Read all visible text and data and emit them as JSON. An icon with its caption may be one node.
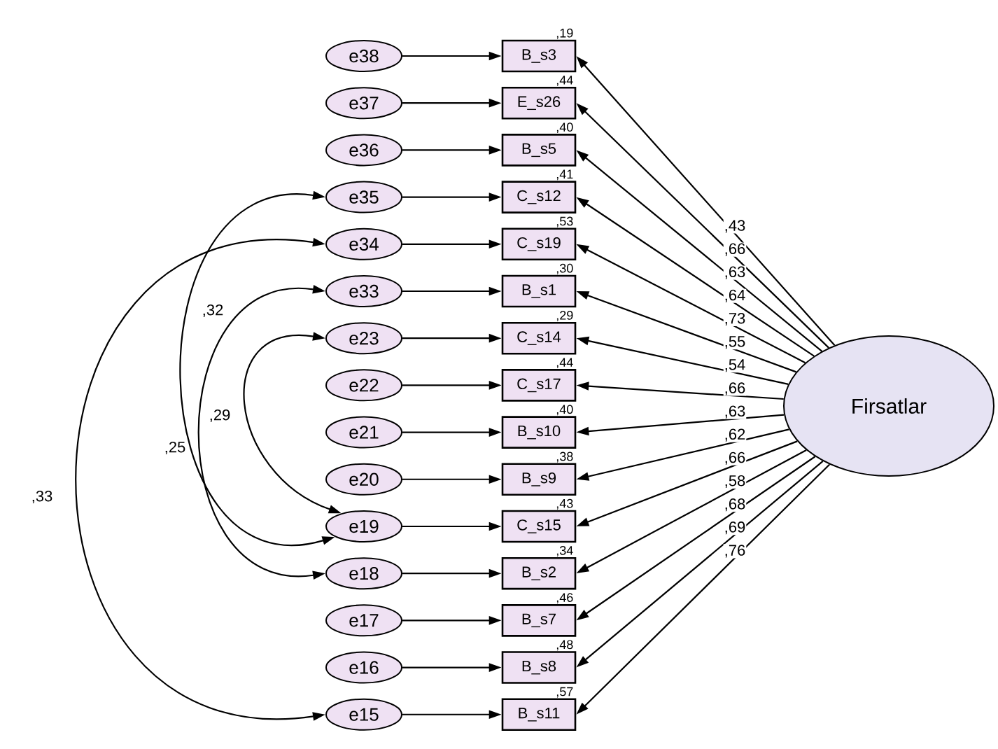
{
  "diagram": {
    "nodes": [
      {
        "text": [
          "Firsatlar"
        ]
      },
      {
        "text": [
          "B_s3"
        ],
        "beside": [
          ",19"
        ]
      },
      {
        "text": [
          "E_s26"
        ],
        "beside": [
          ",44"
        ]
      },
      {
        "text": [
          "B_s5"
        ],
        "beside": [
          ",40"
        ]
      },
      {
        "text": [
          "C_s12"
        ],
        "beside": [
          ",41"
        ]
      },
      {
        "text": [
          "C_s19"
        ],
        "beside": [
          ",53"
        ]
      },
      {
        "text": [
          "B_s1"
        ],
        "beside": [
          ",30"
        ]
      },
      {
        "text": [
          "C_s14"
        ],
        "beside": [
          ",29"
        ]
      },
      {
        "text": [
          "C_s17"
        ],
        "beside": [
          ",44"
        ]
      },
      {
        "text": [
          "B_s10"
        ],
        "beside": [
          ",40"
        ]
      },
      {
        "text": [
          "B_s9"
        ],
        "beside": [
          ",38"
        ]
      },
      {
        "text": [
          "C_s15"
        ],
        "beside": [
          ",43"
        ]
      },
      {
        "text": [
          "B_s2"
        ],
        "beside": [
          ",34"
        ]
      },
      {
        "text": [
          "B_s7"
        ],
        "beside": [
          ",46"
        ]
      },
      {
        "text": [
          "B_s8"
        ],
        "beside": [
          ",48"
        ]
      },
      {
        "text": [
          "B_s11"
        ],
        "beside": [
          ",57"
        ]
      },
      {
        "text": [
          "e38"
        ]
      },
      {
        "text": [
          "e37"
        ]
      },
      {
        "text": [
          "e36"
        ]
      },
      {
        "text": [
          "e35"
        ]
      },
      {
        "text": [
          "e34"
        ]
      },
      {
        "text": [
          "e33"
        ]
      },
      {
        "text": [
          "e23"
        ]
      },
      {
        "text": [
          "e22"
        ]
      },
      {
        "text": [
          "e21"
        ]
      },
      {
        "text": [
          "e20"
        ]
      },
      {
        "text": [
          "e19"
        ]
      },
      {
        "text": [
          "e18"
        ]
      },
      {
        "text": [
          "e17"
        ]
      },
      {
        "text": [
          "e16"
        ]
      },
      {
        "text": [
          "e15"
        ]
      }
    ],
    "edges": [
      {
        "from": 16,
        "to": 1,
        "arrow": "to"
      },
      {
        "from": 17,
        "to": 2,
        "arrow": "to"
      },
      {
        "from": 18,
        "to": 3,
        "arrow": "to"
      },
      {
        "from": 19,
        "to": 4,
        "arrow": "to"
      },
      {
        "from": 20,
        "to": 5,
        "arrow": "to"
      },
      {
        "from": 21,
        "to": 6,
        "arrow": "to"
      },
      {
        "from": 22,
        "to": 7,
        "arrow": "to"
      },
      {
        "from": 23,
        "to": 8,
        "arrow": "to"
      },
      {
        "from": 24,
        "to": 9,
        "arrow": "to"
      },
      {
        "from": 25,
        "to": 10,
        "arrow": "to"
      },
      {
        "from": 26,
        "to": 11,
        "arrow": "to"
      },
      {
        "from": 27,
        "to": 12,
        "arrow": "to"
      },
      {
        "from": 28,
        "to": 13,
        "arrow": "to"
      },
      {
        "from": 29,
        "to": 14,
        "arrow": "to"
      },
      {
        "from": 30,
        "to": 15,
        "arrow": "to"
      },
      {
        "from": 0,
        "to": 1,
        "arrow": "to",
        "label": ",43"
      },
      {
        "from": 0,
        "to": 2,
        "arrow": "to",
        "label": ",66"
      },
      {
        "from": 0,
        "to": 3,
        "arrow": "to",
        "label": ",63"
      },
      {
        "from": 0,
        "to": 4,
        "arrow": "to",
        "label": ",64"
      },
      {
        "from": 0,
        "to": 5,
        "arrow": "to",
        "label": ",73"
      },
      {
        "from": 0,
        "to": 6,
        "arrow": "to",
        "label": ",55"
      },
      {
        "from": 0,
        "to": 7,
        "arrow": "to",
        "label": ",54"
      },
      {
        "from": 0,
        "to": 8,
        "arrow": "to",
        "label": ",66"
      },
      {
        "from": 0,
        "to": 9,
        "arrow": "to",
        "label": ",63"
      },
      {
        "from": 0,
        "to": 10,
        "arrow": "to",
        "label": ",62"
      },
      {
        "from": 0,
        "to": 11,
        "arrow": "to",
        "label": ",66"
      },
      {
        "from": 0,
        "to": 12,
        "arrow": "to",
        "label": ",58"
      },
      {
        "from": 0,
        "to": 13,
        "arrow": "to",
        "label": ",68"
      },
      {
        "from": 0,
        "to": 14,
        "arrow": "to",
        "label": ",69"
      },
      {
        "from": 0,
        "to": 15,
        "arrow": "to",
        "label": ",76"
      },
      {
        "from": 19,
        "to": 26,
        "arrow": "both",
        "label": ",32"
      },
      {
        "from": 20,
        "to": 30,
        "arrow": "both",
        "label": ",33"
      },
      {
        "from": 21,
        "to": 27,
        "arrow": "both",
        "label": ",25"
      },
      {
        "from": 22,
        "to": 26,
        "arrow": "both",
        "label": ",29"
      }
    ]
  }
}
